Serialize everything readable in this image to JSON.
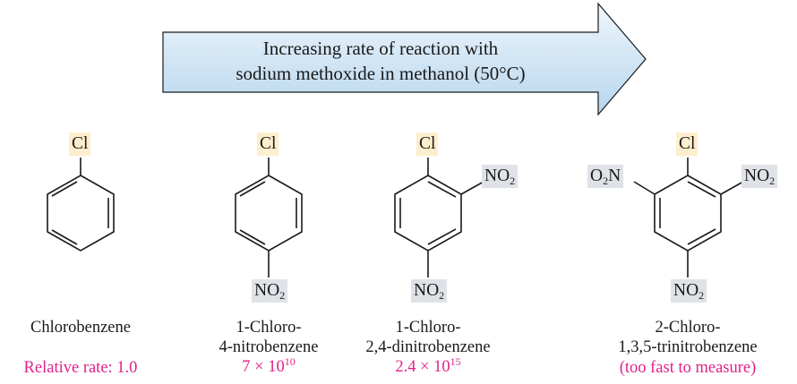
{
  "arrow": {
    "line1": "Increasing rate of reaction with",
    "line2": "sodium methoxide in methanol (50°C)"
  },
  "groups": {
    "cl": "Cl",
    "no2_main": "NO",
    "no2_sub": "2",
    "o2n_pre": "O",
    "o2n_sub": "2",
    "o2n_post": "N"
  },
  "compounds": [
    {
      "name_line1": "Chlorobenzene",
      "name_line2": "",
      "rate_text": "Relative rate: 1.0",
      "rate_base": "",
      "rate_exp": ""
    },
    {
      "name_line1": "1-Chloro-",
      "name_line2": "4-nitrobenzene",
      "rate_text": "",
      "rate_base": "7 × 10",
      "rate_exp": "10"
    },
    {
      "name_line1": "1-Chloro-",
      "name_line2": "2,4-dinitrobenzene",
      "rate_text": "",
      "rate_base": "2.4 × 10",
      "rate_exp": "15"
    },
    {
      "name_line1": "2-Chloro-",
      "name_line2": "1,3,5-trinitrobenzene",
      "rate_text": "(too fast to measure)",
      "rate_base": "",
      "rate_exp": ""
    }
  ],
  "colors": {
    "arrow_fill_light": "#eef6fc",
    "arrow_fill_dark": "#b7d6ee",
    "cl_highlight": "#fdeecd",
    "no2_highlight": "#dfe3e8",
    "rate_text": "#e0218a"
  }
}
